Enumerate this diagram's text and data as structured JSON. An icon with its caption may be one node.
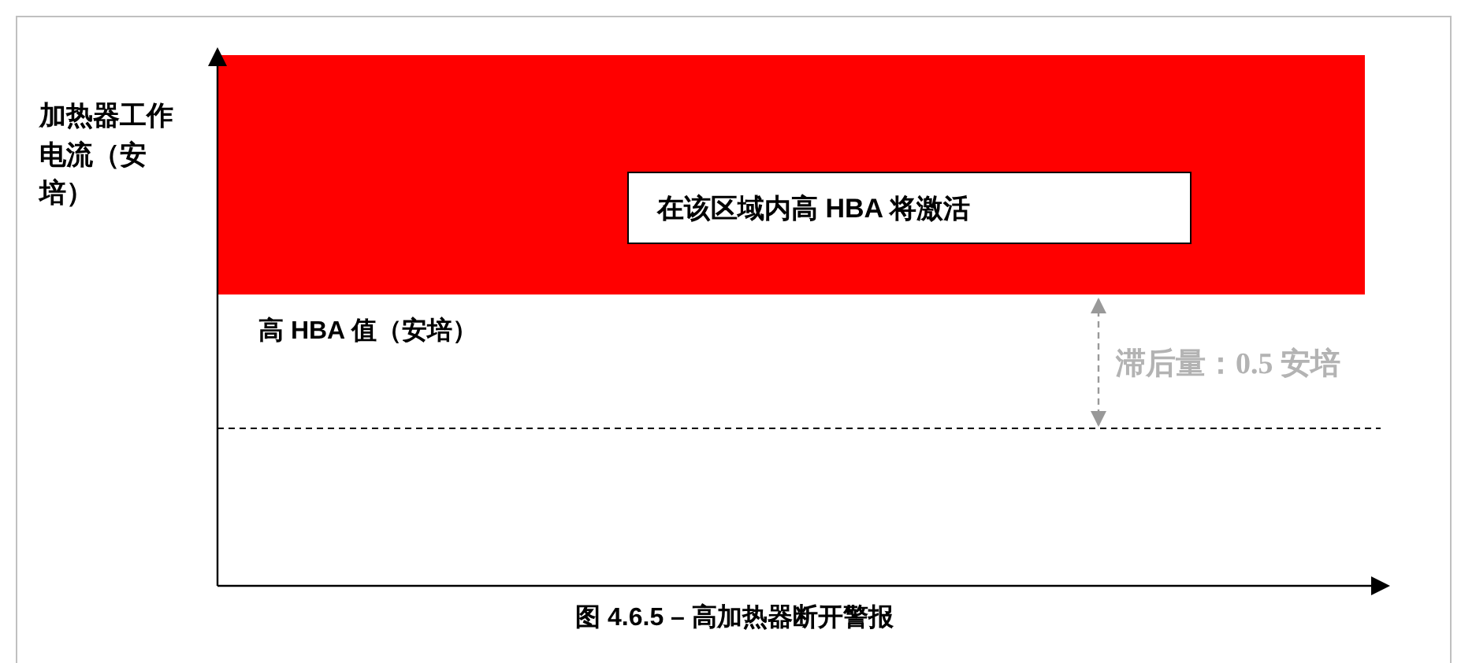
{
  "diagram": {
    "caption": "图 4.6.5 – 高加热器断开警报",
    "nodes": [
      {
        "text": [],
        "shape": "bar"
      },
      {
        "text": [
          "在该区域内高 HBA 将激活"
        ],
        "in": 0
      }
    ],
    "labels": [
      "加热器工作电流（安培）",
      "高 HBA 值（安培）",
      "滞后量：0.5 安培"
    ]
  }
}
